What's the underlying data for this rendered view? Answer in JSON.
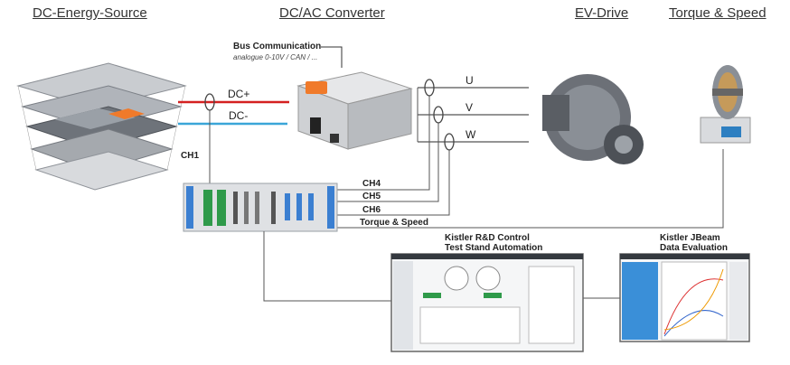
{
  "headers": {
    "dc_source": "DC-Energy-Source",
    "converter": "DC/AC Converter",
    "ev_drive": "EV-Drive",
    "torque_speed": "Torque & Speed"
  },
  "bus": {
    "title": "Bus Communication",
    "subtitle": "analogue 0-10V / CAN / ..."
  },
  "dc_lines": {
    "plus": "DC+",
    "minus": "DC-"
  },
  "phases": {
    "u": "U",
    "v": "V",
    "w": "W"
  },
  "channels": {
    "ch1": "CH1",
    "ch4": "CH4",
    "ch5": "CH5",
    "ch6": "CH6",
    "torque": "Torque & Speed"
  },
  "control": {
    "line1": "Kistler R&D Control",
    "line2": "Test Stand Automation"
  },
  "jbeam": {
    "line1": "Kistler JBeam",
    "line2": "Data Evaluation"
  },
  "colors": {
    "dc_plus": "#d42020",
    "dc_minus": "#3aa6d8",
    "wire": "#555555",
    "accent": "#f07a2a"
  }
}
